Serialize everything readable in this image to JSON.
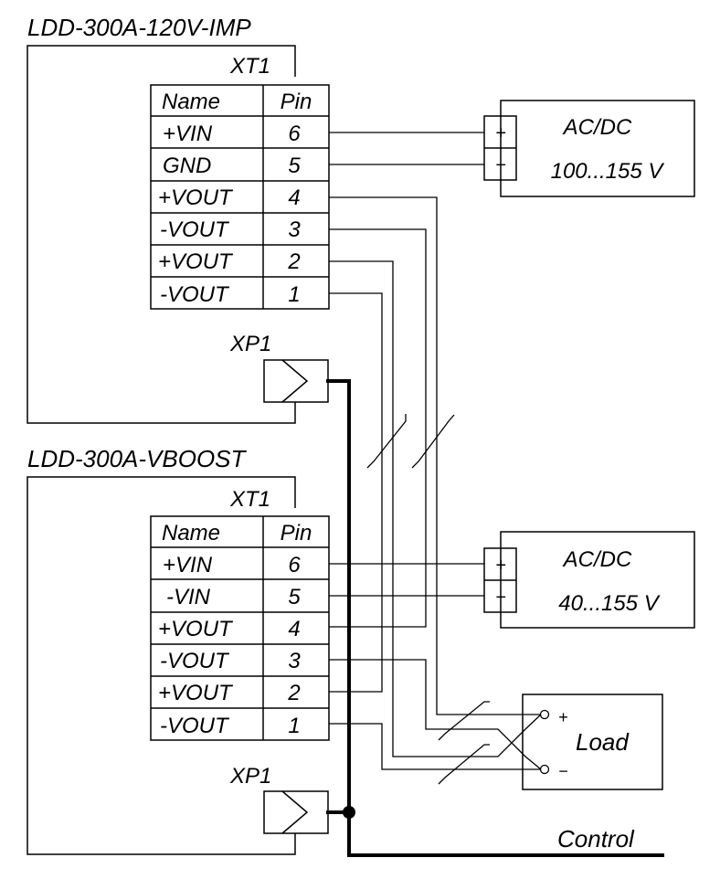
{
  "modules": [
    {
      "title": "LDD-300A-120V-IMP",
      "connector": "XT1",
      "header": {
        "name": "Name",
        "pin": "Pin"
      },
      "rows": [
        {
          "name": "+VIN",
          "pin": "6"
        },
        {
          "name": "GND",
          "pin": "5"
        },
        {
          "name": "+VOUT",
          "pin": "4"
        },
        {
          "name": "-VOUT",
          "pin": "3"
        },
        {
          "name": "+VOUT",
          "pin": "2"
        },
        {
          "name": "-VOUT",
          "pin": "1"
        }
      ],
      "control_connector": "XP1"
    },
    {
      "title": "LDD-300A-VBOOST",
      "connector": "XT1",
      "header": {
        "name": "Name",
        "pin": "Pin"
      },
      "rows": [
        {
          "name": "+VIN",
          "pin": "6"
        },
        {
          "name": "-VIN",
          "pin": "5"
        },
        {
          "name": "+VOUT",
          "pin": "4"
        },
        {
          "name": "-VOUT",
          "pin": "3"
        },
        {
          "name": "+VOUT",
          "pin": "2"
        },
        {
          "name": "-VOUT",
          "pin": "1"
        }
      ],
      "control_connector": "XP1"
    }
  ],
  "supplies": [
    {
      "label": "AC/DC",
      "range": "100...155 V",
      "plus": "+",
      "minus": "−"
    },
    {
      "label": "AC/DC",
      "range": "40...155 V",
      "plus": "+",
      "minus": "−"
    }
  ],
  "load": {
    "label": "Load",
    "plus": "+",
    "minus": "−"
  },
  "control": {
    "label": "Control"
  }
}
